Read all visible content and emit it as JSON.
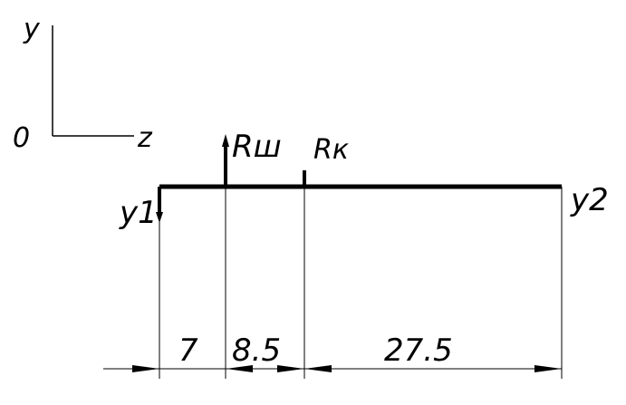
{
  "axes": {
    "y_label": "y",
    "z_label": "z",
    "origin_label": "0"
  },
  "beam": {
    "left_end_label": "y1",
    "right_end_label": "y2",
    "force_a_label": "Rш",
    "force_b_label": "Rк"
  },
  "dimensions": [
    {
      "label": "7",
      "value": 7
    },
    {
      "label": "8.5",
      "value": 8.5
    },
    {
      "label": "27.5",
      "value": 27.5
    }
  ],
  "colors": {
    "ink": "#000000",
    "background": "#ffffff"
  }
}
